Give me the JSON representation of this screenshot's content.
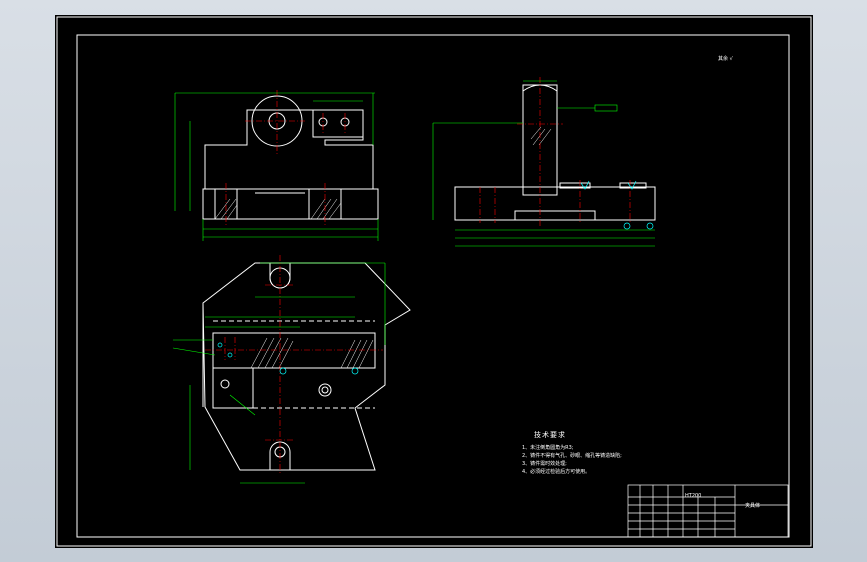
{
  "colors": {
    "background": "#000000",
    "line": "#ffffff",
    "dimension": "#00ff00",
    "centerline": "#ff0000",
    "hatch": "#ffffff",
    "accent": "#00ffff"
  },
  "roughness_note": "其余",
  "tech_requirements": {
    "title": "技术要求",
    "items": [
      "1、未注倒角圆角为R3;",
      "2、铸件不得有气孔、砂眼、缩孔等铸造缺陷;",
      "3、铸件需时效处理;",
      "4、必须经过检验后方可使用。"
    ]
  },
  "title_block": {
    "material": "HT200",
    "name": "夹具体"
  }
}
